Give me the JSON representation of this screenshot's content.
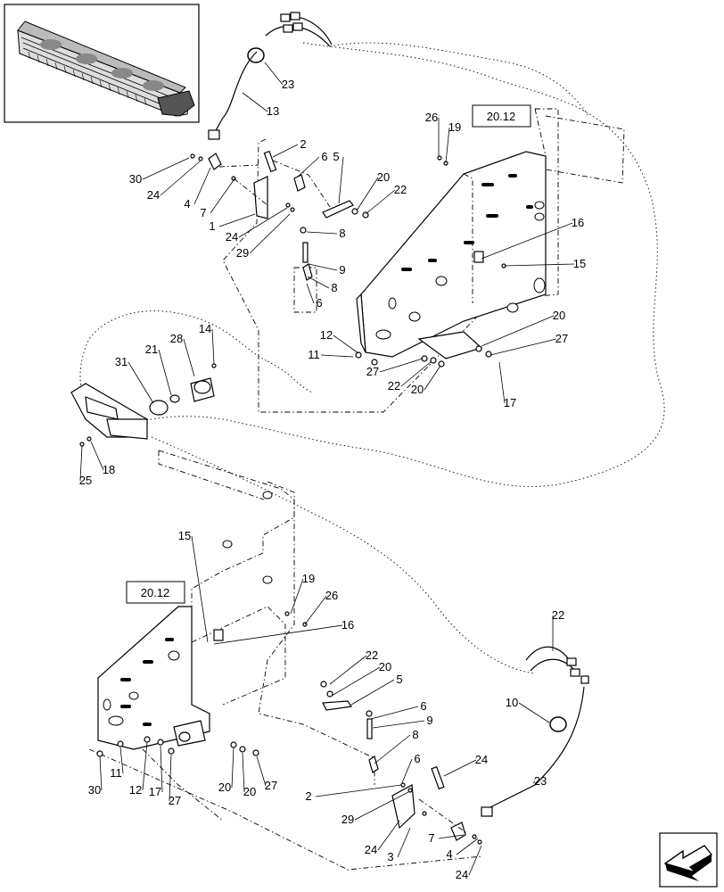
{
  "reference_upper": "20.12",
  "reference_lower": "20.12",
  "callouts": [
    "23",
    "13",
    "30",
    "24",
    "4",
    "7",
    "1",
    "24",
    "29",
    "2",
    "6",
    "5",
    "20",
    "22",
    "8",
    "9",
    "8",
    "6",
    "26",
    "19",
    "16",
    "15",
    "20",
    "27",
    "12",
    "11",
    "27",
    "22",
    "20",
    "17",
    "14",
    "28",
    "21",
    "31",
    "18",
    "25",
    "15",
    "20.12",
    "19",
    "26",
    "16",
    "22",
    "20",
    "5",
    "6",
    "9",
    "8",
    "6",
    "24",
    "2",
    "29",
    "24",
    "3",
    "7",
    "4",
    "24",
    "30",
    "11",
    "12",
    "17",
    "27",
    "20",
    "20",
    "27",
    "22",
    "10",
    "23",
    "13"
  ],
  "icon": "next-page-arrow-icon"
}
